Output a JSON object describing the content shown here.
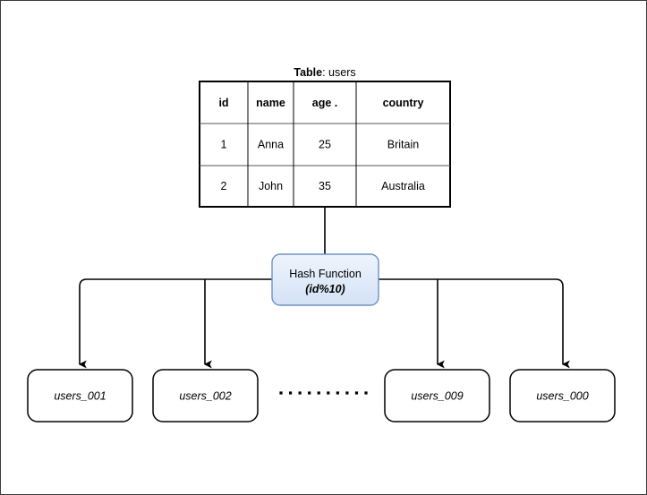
{
  "diagram": {
    "caption": {
      "label": "Table",
      "separator": ": ",
      "value": "users"
    },
    "table": {
      "columns": [
        "id",
        "name",
        "age .",
        "country"
      ],
      "rows": [
        [
          "1",
          "Anna",
          "25",
          "Britain"
        ],
        [
          "2",
          "John",
          "35",
          "Australia"
        ]
      ]
    },
    "hash_node": {
      "title": "Hash Function",
      "formula": "(id%10)",
      "fill_top": "#eaf2fb",
      "fill_bottom": "#d6e4f7",
      "border": "#7191c4"
    },
    "shards": [
      {
        "label": "users_001"
      },
      {
        "label": "users_002"
      },
      {
        "label": "users_009"
      },
      {
        "label": "users_000"
      }
    ],
    "ellipsis": {
      "dot_count": 10
    },
    "colors": {
      "line": "#000000",
      "page_border": "#3a3a3a",
      "background": "#ffffff"
    }
  }
}
